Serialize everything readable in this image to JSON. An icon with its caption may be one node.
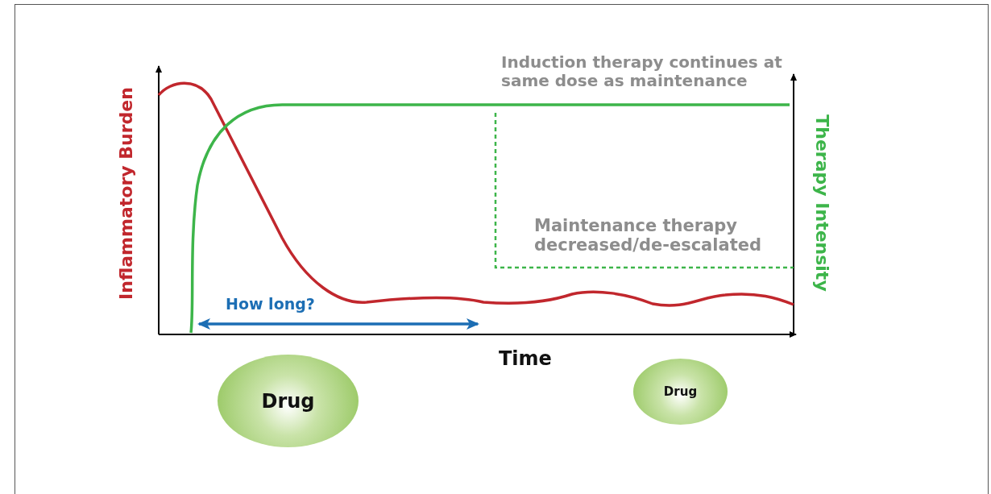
{
  "diagram": {
    "nodes": [
      {
        "text": [
          "Drug"
        ]
      },
      {
        "text": [
          "Drug"
        ]
      }
    ],
    "labels": [
      "Induction therapy continues at same dose as maintenance",
      "Inflammatory Burden",
      "Therapy Intensity",
      "Maintenance therapy decreased/de-escalated",
      "How long?",
      "Time"
    ]
  }
}
